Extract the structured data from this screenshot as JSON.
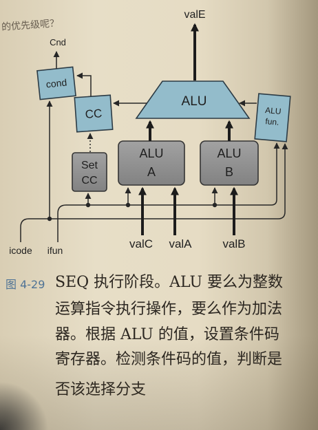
{
  "page_fragment": "的优先级呢？",
  "diagram": {
    "output_vale": "valE",
    "output_cnd": "Cnd",
    "alu": "ALU",
    "cc": "CC",
    "cond": "cond",
    "alu_fun": {
      "line1": "ALU",
      "line2": "fun."
    },
    "set_cc": {
      "line1": "Set",
      "line2": "CC"
    },
    "alu_a": {
      "line1": "ALU",
      "line2": "A"
    },
    "alu_b": {
      "line1": "ALU",
      "line2": "B"
    },
    "inputs": {
      "icode": "icode",
      "ifun": "ifun",
      "valC": "valC",
      "valA": "valA",
      "valB": "valB"
    }
  },
  "caption": {
    "label": "图 4-29",
    "lines": [
      "SEQ 执行阶段。ALU 要么为整数",
      "运算指令执行操作，要么作为加法",
      "器。根据 ALU 的值，设置条件码",
      "寄存器。检测条件码的值，判断是",
      "否该选择分支"
    ]
  },
  "colors": {
    "hardware_block": "#93bccb",
    "control_block": "#8e8e8e",
    "wire": "#262626",
    "caption_label": "#4f7396",
    "text": "#2b2620",
    "paper": "#e6dcc4"
  }
}
